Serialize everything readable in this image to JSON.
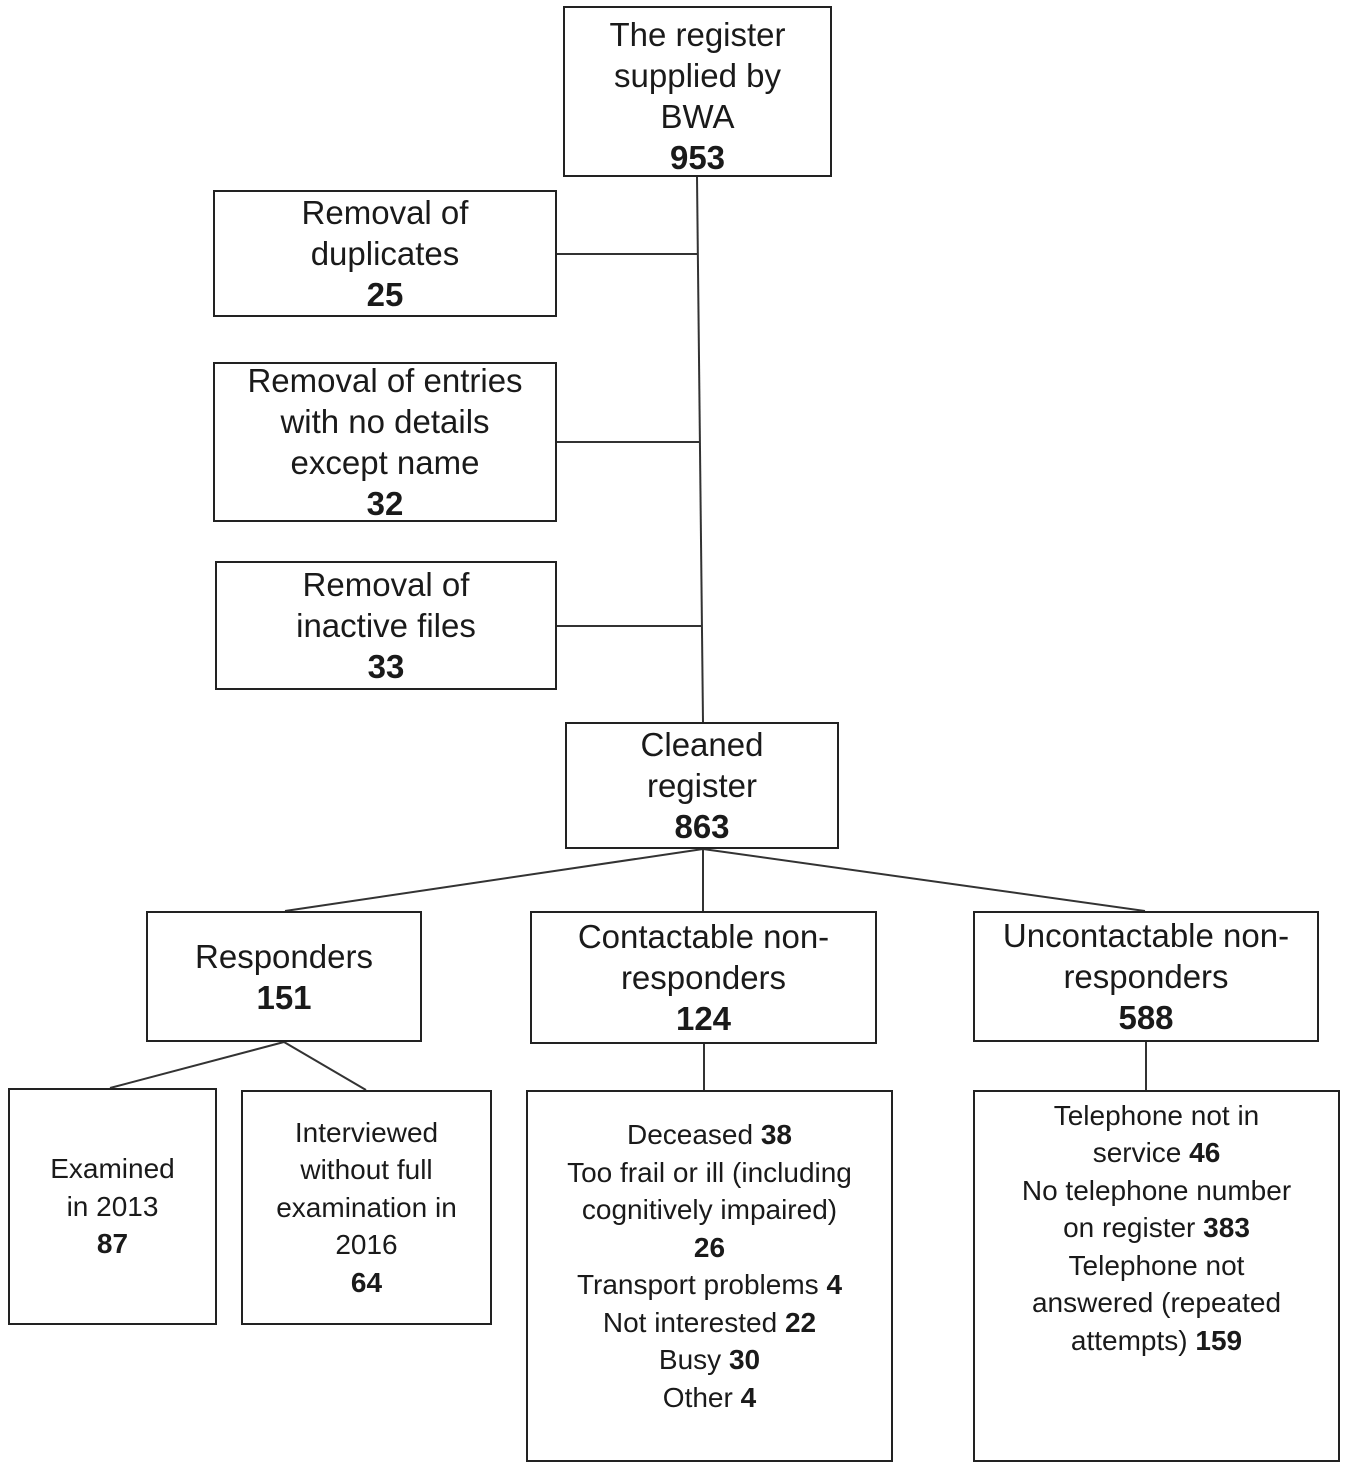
{
  "nodes": {
    "register": {
      "lines": [
        "The register",
        "supplied by",
        "BWA"
      ],
      "count": "953"
    },
    "duplicates": {
      "lines": [
        "Removal of",
        "duplicates"
      ],
      "count": "25"
    },
    "no_details": {
      "lines": [
        "Removal of entries",
        "with no details",
        "except name"
      ],
      "count": "32"
    },
    "inactive": {
      "lines": [
        "Removal of",
        "inactive files"
      ],
      "count": "33"
    },
    "cleaned": {
      "lines": [
        "Cleaned",
        "register"
      ],
      "count": "863"
    },
    "responders": {
      "lines": [
        "Responders"
      ],
      "count": "151"
    },
    "contactable": {
      "lines": [
        "Contactable non-",
        "responders"
      ],
      "count": "124"
    },
    "uncontactable": {
      "lines": [
        "Uncontactable non-",
        "responders"
      ],
      "count": "588"
    },
    "examined": {
      "lines": [
        "Examined",
        "in 2013"
      ],
      "count": "87"
    },
    "interviewed": {
      "lines": [
        "Interviewed",
        "without full",
        "examination in",
        "2016"
      ],
      "count": "64"
    }
  },
  "contactable_details": [
    {
      "text": "Deceased ",
      "count": "38"
    },
    {
      "text": "Too frail or ill (including",
      "count": ""
    },
    {
      "text": "cognitively impaired)",
      "count": ""
    },
    {
      "text": "",
      "count": "26"
    },
    {
      "text": "Transport problems ",
      "count": "4"
    },
    {
      "text": "Not interested ",
      "count": "22"
    },
    {
      "text": "Busy ",
      "count": "30"
    },
    {
      "text": "Other ",
      "count": "4"
    }
  ],
  "uncontactable_details": [
    {
      "text": "Telephone not in",
      "count": ""
    },
    {
      "text": "service ",
      "count": "46"
    },
    {
      "text": "No telephone number",
      "count": ""
    },
    {
      "text": "on register ",
      "count": "383"
    },
    {
      "text": "Telephone not",
      "count": ""
    },
    {
      "text": "answered (repeated",
      "count": ""
    },
    {
      "text": "attempts) ",
      "count": "159"
    }
  ]
}
